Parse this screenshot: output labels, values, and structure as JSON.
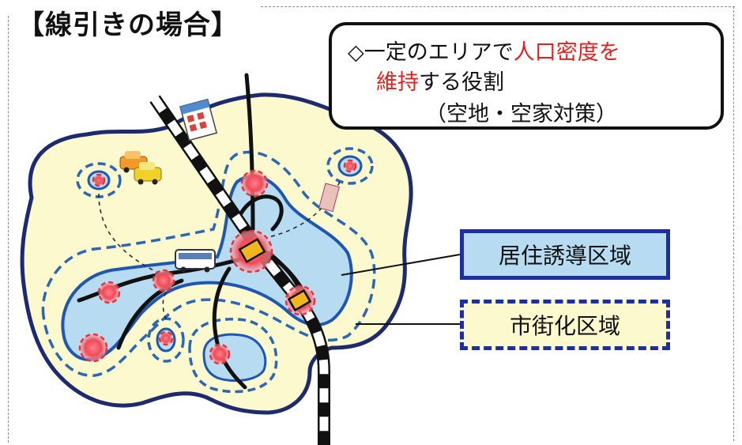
{
  "title": "【線引きの場合】",
  "callout": {
    "bullet": "◇",
    "line1_plain": "一定のエリアで",
    "line1_red": "人口密度を",
    "line2_red": "維持",
    "line2_plain": "する役割",
    "line3": "（空地・空家対策）"
  },
  "legend": {
    "residential_area": "居住誘導区域",
    "urbanization_area": "市街化区域"
  },
  "colors": {
    "city_fill": "#fdf9cf",
    "residential_fill": "#b7dcf2",
    "outline": "#1d2a6e",
    "dashed_zone": "#2b67b3",
    "hub_red": "#e8323a",
    "callout_red": "#e0211e"
  }
}
